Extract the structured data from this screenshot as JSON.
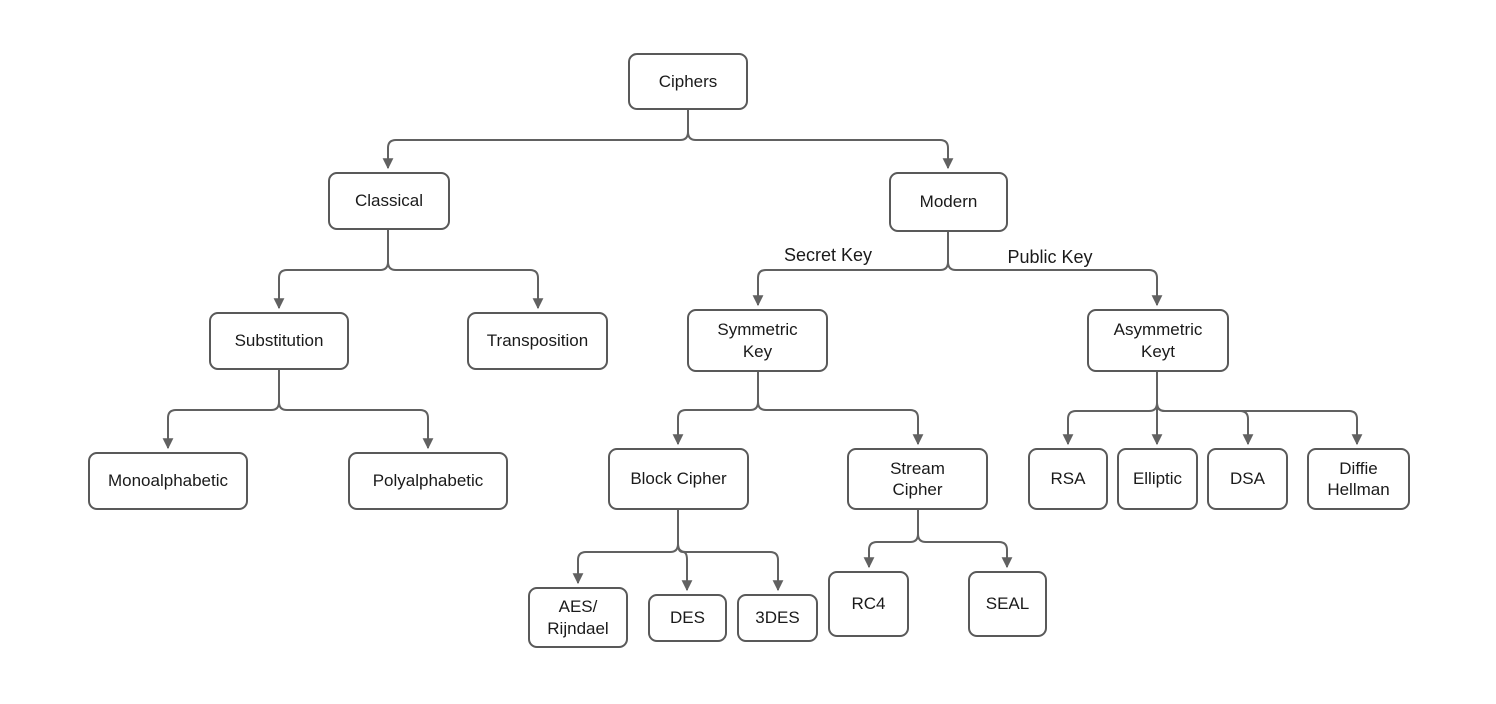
{
  "diagram": {
    "type": "tree",
    "nodes": {
      "ciphers": {
        "label": "Ciphers"
      },
      "classical": {
        "label": "Classical"
      },
      "modern": {
        "label": "Modern"
      },
      "substitution": {
        "label": "Substitution"
      },
      "transposition": {
        "label": "Transposition"
      },
      "symmetric_key": {
        "label": "Symmetric\nKey"
      },
      "asymmetric_keyt": {
        "label": "Asymmetric\nKeyt"
      },
      "monoalphabetic": {
        "label": "Monoalphabetic"
      },
      "polyalphabetic": {
        "label": "Polyalphabetic"
      },
      "block_cipher": {
        "label": "Block Cipher"
      },
      "stream_cipher": {
        "label": "Stream\nCipher"
      },
      "rsa": {
        "label": "RSA"
      },
      "elliptic": {
        "label": "Elliptic"
      },
      "dsa": {
        "label": "DSA"
      },
      "diffie_hellman": {
        "label": "Diffie\nHellman"
      },
      "aes_rijndael": {
        "label": "AES/\nRijndael"
      },
      "des": {
        "label": "DES"
      },
      "3des": {
        "label": "3DES"
      },
      "rc4": {
        "label": "RC4"
      },
      "seal": {
        "label": "SEAL"
      }
    },
    "edge_labels": {
      "secret_key": "Secret Key",
      "public_key": "Public Key"
    },
    "edges": [
      {
        "from": "Ciphers",
        "to": "Classical"
      },
      {
        "from": "Ciphers",
        "to": "Modern"
      },
      {
        "from": "Classical",
        "to": "Substitution"
      },
      {
        "from": "Classical",
        "to": "Transposition"
      },
      {
        "from": "Modern",
        "to": "Symmetric Key",
        "label": "Secret Key"
      },
      {
        "from": "Modern",
        "to": "Asymmetric Keyt",
        "label": "Public Key"
      },
      {
        "from": "Substitution",
        "to": "Monoalphabetic"
      },
      {
        "from": "Substitution",
        "to": "Polyalphabetic"
      },
      {
        "from": "Symmetric Key",
        "to": "Block Cipher"
      },
      {
        "from": "Symmetric Key",
        "to": "Stream Cipher"
      },
      {
        "from": "Asymmetric Keyt",
        "to": "RSA"
      },
      {
        "from": "Asymmetric Keyt",
        "to": "Elliptic"
      },
      {
        "from": "Asymmetric Keyt",
        "to": "DSA"
      },
      {
        "from": "Asymmetric Keyt",
        "to": "Diffie Hellman"
      },
      {
        "from": "Block Cipher",
        "to": "AES/Rijndael"
      },
      {
        "from": "Block Cipher",
        "to": "DES"
      },
      {
        "from": "Block Cipher",
        "to": "3DES"
      },
      {
        "from": "Stream Cipher",
        "to": "RC4"
      },
      {
        "from": "Stream Cipher",
        "to": "SEAL"
      }
    ]
  },
  "colors": {
    "node_border": "#595959",
    "connector": "#616161",
    "text": "#1a1a1a",
    "canvas": "#ffffff"
  }
}
